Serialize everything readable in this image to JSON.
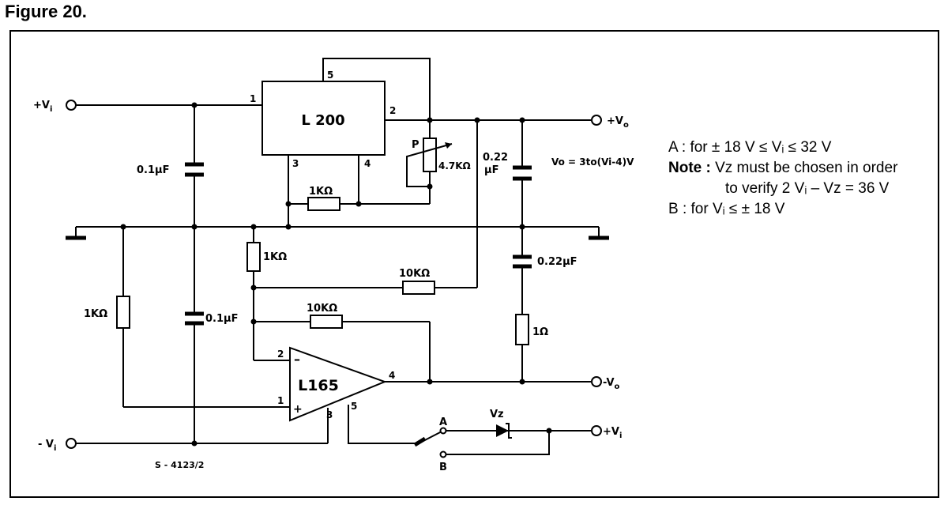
{
  "figure": {
    "title": "Figure 20.",
    "code": "S - 4123/2"
  },
  "ics": {
    "regulator": "L 200",
    "opamp": "L165"
  },
  "pins": {
    "reg_1": "1",
    "reg_2": "2",
    "reg_3": "3",
    "reg_4": "4",
    "reg_5": "5",
    "amp_1": "1",
    "amp_2": "2",
    "amp_3": "3",
    "amp_4": "4",
    "amp_5": "5",
    "amp_minus": "–",
    "amp_plus": "+"
  },
  "terminals": {
    "vi_pos_left": "+V",
    "vi_pos_left_sub": "i",
    "vi_neg_left": "- V",
    "vi_neg_left_sub": "i",
    "vo_pos": "+V",
    "vo_pos_sub": "o",
    "vo_neg": "-V",
    "vo_neg_sub": "o",
    "vi_pos_right": "+V",
    "vi_pos_right_sub": "i"
  },
  "components": {
    "c_in": "0.1µF",
    "c_mid": "0.1µF",
    "r_reg": "1KΩ",
    "pot_label": "P",
    "pot_value": "4.7KΩ",
    "c_out_line1": "0.22",
    "c_out_line2": "µF",
    "c_gnd": "0.22µF",
    "r_left": "1KΩ",
    "r_div": "1KΩ",
    "r_fb1": "10KΩ",
    "r_fb2": "10KΩ",
    "r_out": "1Ω",
    "zener": "Vz",
    "vo_formula": "Vo = 3to(Vi-4)V"
  },
  "switch": {
    "pos_a": "A",
    "pos_b": "B"
  },
  "notes": {
    "line_a": "A : for ± 18 V ≤ Vᵢ ≤ 32 V",
    "note_label": "Note :",
    "note_text": " Vᴢ must be chosen in order",
    "note_text2": "to verify 2 Vᵢ – Vᴢ = 36 V",
    "line_b": "B : for Vᵢ ≤ ± 18 V"
  }
}
